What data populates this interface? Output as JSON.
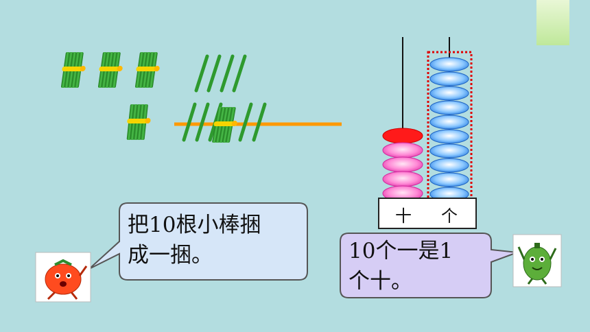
{
  "bubble_left": {
    "text": "把10根小棒捆\n成一捆。"
  },
  "bubble_right": {
    "text": "10个一是1\n个十。"
  },
  "abacus": {
    "tens_label": "十",
    "ones_label": "个",
    "tens_beads": 5,
    "ones_beads": 10,
    "colors": {
      "tens": "#ff66cc",
      "tens_top": "#ff0000",
      "ones": "#4da6ff",
      "frame_highlight": "#e00000"
    }
  },
  "sticks": {
    "bundles_row1": 3,
    "singles_row1": 4,
    "bundles_row2": 2,
    "singles_row2": 5,
    "stick_color": "#2e9a2e",
    "line_color": "#ff9900"
  },
  "characters": {
    "left": "tomato-character-icon",
    "right": "pepper-character-icon"
  }
}
